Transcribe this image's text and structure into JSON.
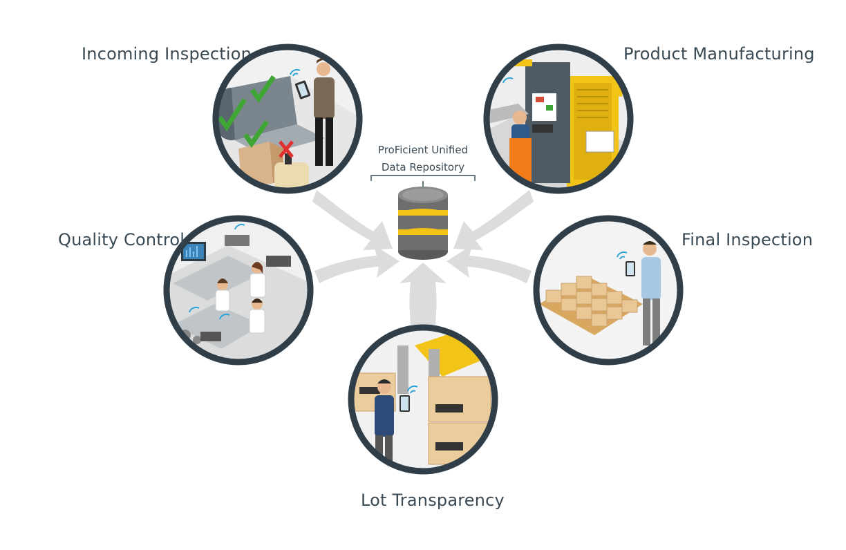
{
  "hub": {
    "line1": "ProFicient Unified",
    "line2": "Data Repository",
    "icon": "database-icon"
  },
  "stations": {
    "incoming": {
      "label": "Incoming Inspection"
    },
    "manufacturing": {
      "label": "Product Manufacturing"
    },
    "quality": {
      "label": "Quality Control"
    },
    "final": {
      "label": "Final Inspection"
    },
    "lot": {
      "label": "Lot Transparency"
    }
  },
  "colors": {
    "ring": "#2f3e48",
    "arrow": "#dcdcdc",
    "text": "#3a4a55",
    "accent_yellow": "#f2c418",
    "db_gray": "#6e6e6e",
    "check_green": "#3fa535",
    "cross_red": "#e03030",
    "wifi_blue": "#2aa4d8"
  }
}
